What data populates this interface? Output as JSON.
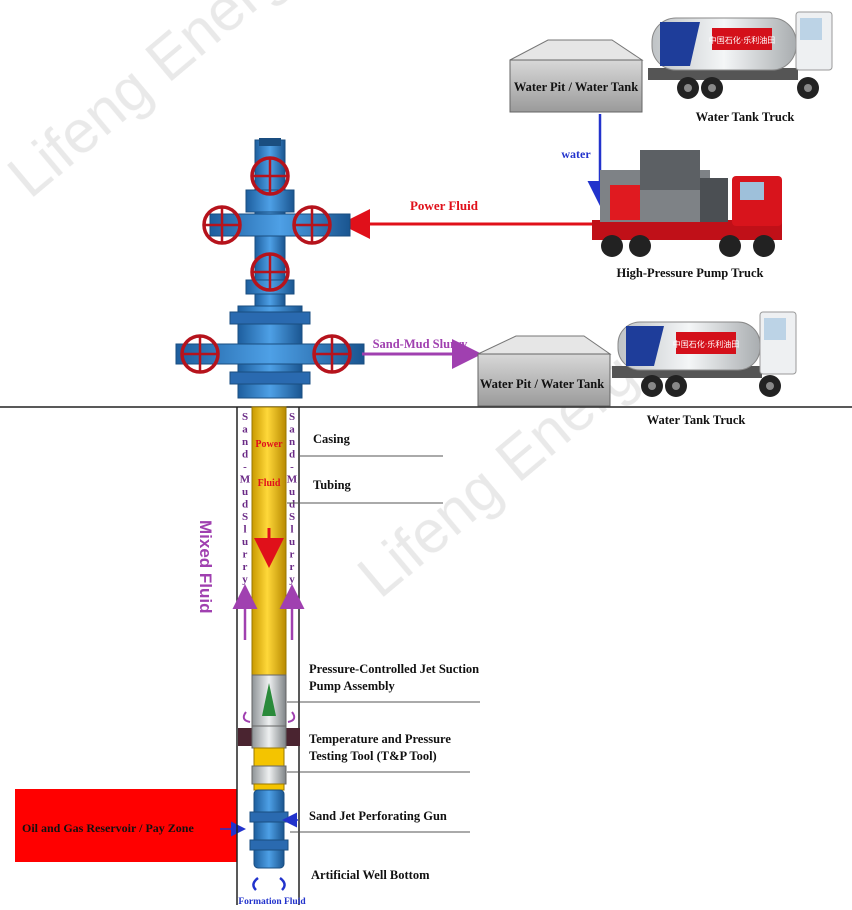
{
  "watermark": "Lifeng Energy",
  "surface": {
    "top_pit_label": "Water Pit / Water Tank",
    "top_truck_label": "Water Tank Truck",
    "water_flow_label": "water",
    "pump_truck_label": "High-Pressure Pump Truck",
    "power_fluid_label": "Power Fluid",
    "slurry_label": "Sand-Mud Slurry",
    "bottom_pit_label": "Water Pit / Water Tank",
    "bottom_truck_label": "Water Tank Truck",
    "truck_logo_text": "中国石化·乐利油田"
  },
  "well": {
    "tubing_text_1": "Power",
    "tubing_text_2": "Fluid",
    "left_annulus_text": [
      "S",
      "a",
      "n",
      "d",
      "-",
      "M",
      "u",
      "d",
      "S",
      "l",
      "u",
      "r",
      "r",
      "y"
    ],
    "right_annulus_text": [
      "S",
      "a",
      "n",
      "d",
      "-",
      "M",
      "u",
      "d",
      "S",
      "l",
      "u",
      "r",
      "r",
      "y"
    ],
    "mixed_fluid_label": "Mixed Fluid",
    "reservoir_label": "Oil and Gas Reservoir / Pay Zone",
    "formation_fluid_label": "Formation Fluid"
  },
  "callouts": {
    "casing": "Casing",
    "tubing": "Tubing",
    "jet_pump_line1": "Pressure-Controlled Jet Suction",
    "jet_pump_line2": "Pump Assembly",
    "tp_tool_line1": "Temperature and Pressure",
    "tp_tool_line2": "Testing Tool (T&P Tool)",
    "perforating_gun": "Sand Jet Perforating Gun",
    "well_bottom": "Artificial Well Bottom"
  },
  "colors": {
    "power_fluid": "#e0101a",
    "water": "#2233cc",
    "slurry": "#a040b0",
    "tubing": "#f2c200",
    "reservoir": "#ff0000",
    "wellhead": "#2e7fc8"
  }
}
